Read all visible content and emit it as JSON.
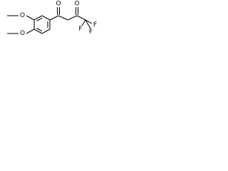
{
  "molecule": {
    "atoms": {
      "o1": "O",
      "o2": "O",
      "o3": "O",
      "o4": "O",
      "f1": "F",
      "f2": "F",
      "f3": "F"
    }
  }
}
